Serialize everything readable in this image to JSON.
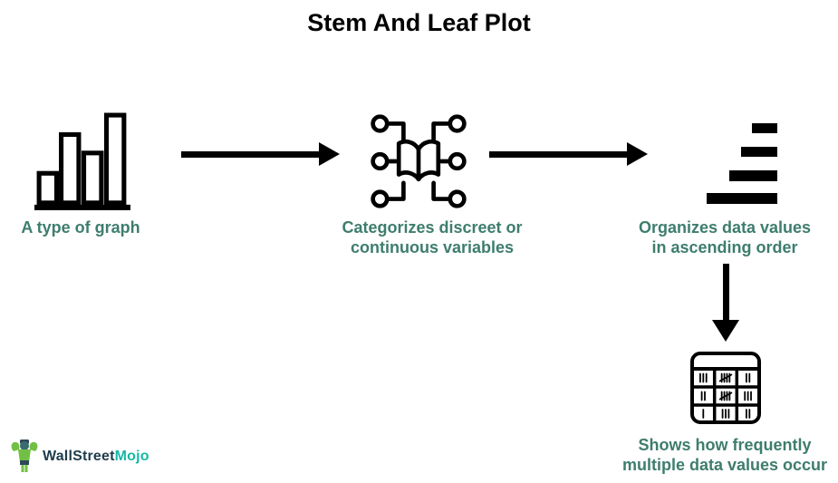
{
  "title": "Stem And Leaf Plot",
  "colors": {
    "accent": "#3E7D6D",
    "icon_black": "#000000",
    "logo_dark": "#1E3C4B",
    "logo_teal": "#16B8A6",
    "mascot_green": "#71BF44",
    "mascot_dark": "#2F4858"
  },
  "steps": [
    {
      "icon": "bar-chart-icon",
      "caption_lines": [
        "A type of graph"
      ]
    },
    {
      "icon": "book-network-icon",
      "caption_lines": [
        "Categorizes discreet or",
        "continuous variables"
      ]
    },
    {
      "icon": "sorted-bars-icon",
      "caption_lines": [
        "Organizes data values",
        "in ascending order"
      ]
    },
    {
      "icon": "tally-table-icon",
      "caption_lines": [
        "Shows how frequently",
        "multiple data values occur"
      ],
      "tally_rows": [
        [
          3,
          5,
          2
        ],
        [
          2,
          5,
          3
        ],
        [
          1,
          3,
          2
        ]
      ]
    }
  ],
  "logo": {
    "part1": "WallStreet",
    "part2": "Mojo"
  }
}
